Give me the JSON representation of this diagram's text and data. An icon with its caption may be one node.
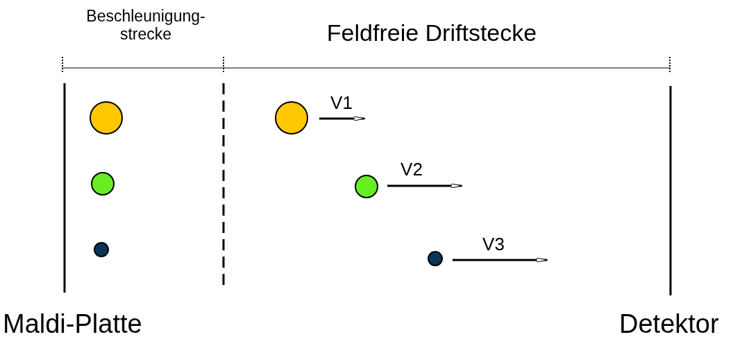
{
  "diagram": {
    "nodes": [
      {
        "text": [],
        "shape": "circle"
      },
      {
        "text": [],
        "shape": "circle"
      },
      {
        "text": [],
        "shape": "circle"
      },
      {
        "text": [],
        "shape": "circle"
      },
      {
        "text": [],
        "shape": "circle"
      },
      {
        "text": [],
        "shape": "circle"
      }
    ],
    "edges": [],
    "labels": [
      "Beschleunigung-strecke",
      "Feldfreie Driftstecke",
      "V1",
      "V2",
      "V3",
      "Maldi-Platte",
      "Detektor"
    ]
  }
}
